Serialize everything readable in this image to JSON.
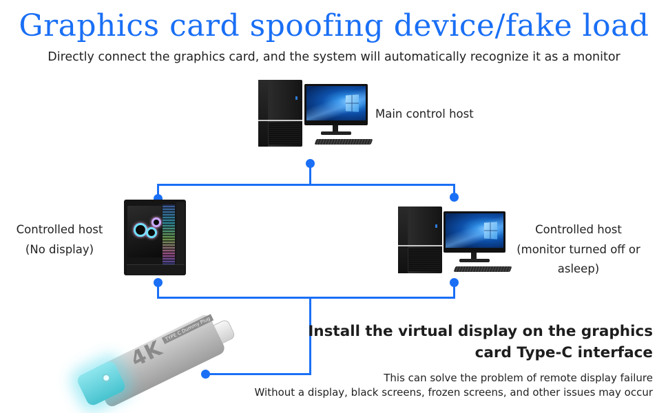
{
  "header": {
    "title": "Graphics card spoofing device/fake load",
    "subtitle": "Directly connect the graphics card, and the system will automatically recognize it as a monitor"
  },
  "nodes": {
    "main_host": {
      "label": "Main control host"
    },
    "left_host": {
      "label_line1": "Controlled host",
      "label_line2": "(No display)"
    },
    "right_host": {
      "label_line1": "Controlled host",
      "label_line2": "(monitor turned off or asleep)"
    }
  },
  "device": {
    "badge": "4K",
    "tag": "TYPE C Dummy Plug"
  },
  "install": {
    "heading_line1": "Install the virtual display on the graphics",
    "heading_line2": "card Type-C interface",
    "desc_line1": "This can solve the problem of remote display failure",
    "desc_line2": "Without a display, black screens, frozen screens, and other issues may occur"
  },
  "colors": {
    "accent": "#1a6ff5",
    "text": "#222222",
    "glow": "#47c3cf"
  }
}
